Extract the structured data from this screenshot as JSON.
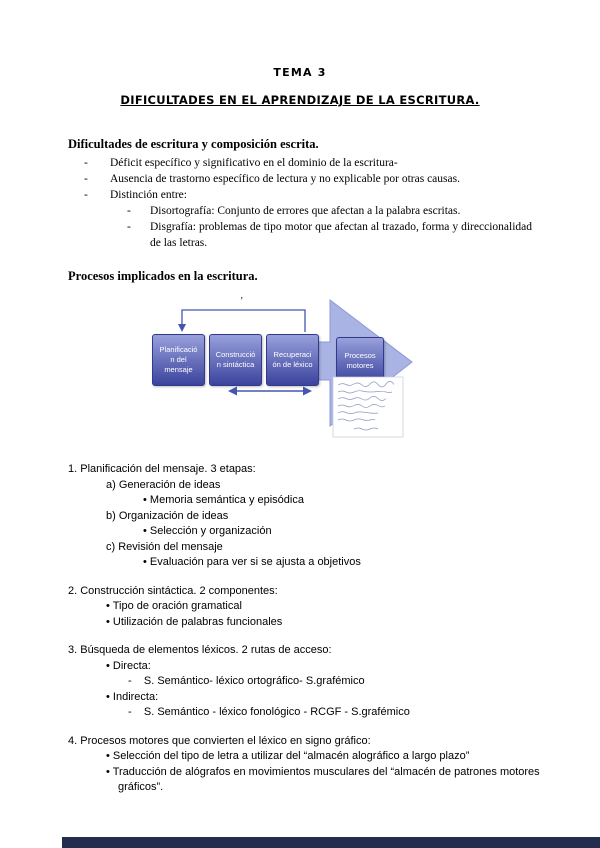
{
  "doc": {
    "title": "TEMA 3",
    "subtitle": "DIFICULTADES EN EL APRENDIZAJE DE LA ESCRITURA."
  },
  "section1": {
    "heading": "Dificultades de escritura y composición escrita.",
    "marker": "-",
    "items": [
      {
        "level": 1,
        "text": "Déficit específico y significativo en el dominio de la escritura-"
      },
      {
        "level": 1,
        "text": "Ausencia de trastorno específico de lectura y no explicable por otras causas."
      },
      {
        "level": 1,
        "text": "Distinción entre:"
      },
      {
        "level": 2,
        "text": "Disortografía: Conjunto de errores que afectan a la palabra escritas."
      },
      {
        "level": 2,
        "text": "Disgrafía: problemas de tipo motor que afectan al trazado, forma y direccionalidad de las letras."
      }
    ]
  },
  "section2": {
    "heading": "Procesos implicados en la escritura."
  },
  "diagram": {
    "tick": "’",
    "boxes": [
      {
        "label": "Planificació\nn del\nmensaje"
      },
      {
        "label": "Construcció\nn sintáctica"
      },
      {
        "label": "Recuperaci\nón de léxico"
      },
      {
        "label": "Procesos\nmotores"
      }
    ],
    "colors": {
      "box_top": "#98a0dc",
      "box_bottom": "#3b439d",
      "arrow_fill": "#aab4e4",
      "arrow_stroke": "#8d98d8",
      "connector": "#4456b0"
    }
  },
  "blocks": [
    {
      "lines": [
        {
          "indent": 0,
          "text": "1. Planificación del mensaje. 3 etapas:"
        },
        {
          "indent": 1,
          "text": "a) Generación de ideas"
        },
        {
          "indent": 2,
          "text": "• Memoria semántica y episódica"
        },
        {
          "indent": 1,
          "text": "b) Organización de ideas"
        },
        {
          "indent": 2,
          "text": "• Selección y organización"
        },
        {
          "indent": 1,
          "text": "c) Revisión del mensaje"
        },
        {
          "indent": 2,
          "text": "• Evaluación para ver si se ajusta a objetivos"
        }
      ]
    },
    {
      "lines": [
        {
          "indent": 0,
          "text": "2. Construcción sintáctica. 2 componentes:"
        },
        {
          "indent": 1,
          "text": "• Tipo de oración gramatical"
        },
        {
          "indent": 1,
          "text": "• Utilización de palabras funcionales"
        }
      ]
    },
    {
      "lines": [
        {
          "indent": 0,
          "text": "3. Búsqueda de elementos léxicos. 2 rutas de acceso:"
        },
        {
          "indent": 1,
          "text": "• Directa:"
        },
        {
          "indent": 3,
          "text": "-    S. Semántico- léxico ortográfico- S.grafémico"
        },
        {
          "indent": 1,
          "text": "• Indirecta:"
        },
        {
          "indent": 3,
          "text": "-    S. Semántico - léxico fonológico - RCGF - S.grafémico"
        }
      ]
    },
    {
      "lines": [
        {
          "indent": 0,
          "text": "4. Procesos motores que convierten el léxico en signo gráfico:"
        },
        {
          "indent": 1,
          "text": "• Selección del tipo de letra a utilizar del “almacén alográfico a largo plazo”"
        },
        {
          "indent": 1,
          "text": "• Traducción de alógrafos en movimientos musculares del “almacén de patrones motores gráficos”."
        }
      ]
    }
  ],
  "footer": {
    "color": "#232e4e"
  }
}
